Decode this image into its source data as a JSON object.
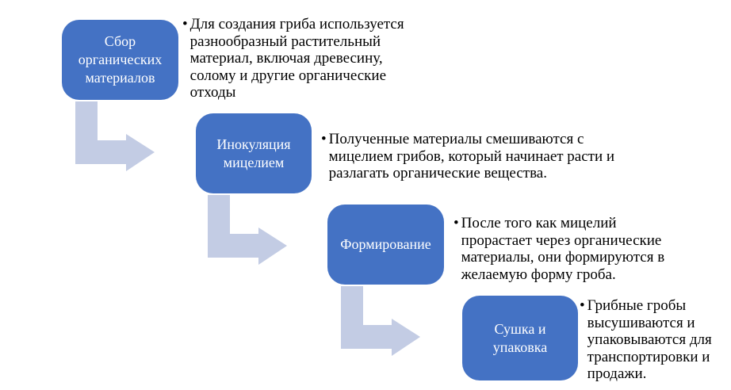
{
  "diagram": {
    "type": "staircase-process",
    "colors": {
      "box_fill": "#4472c4",
      "box_text": "#ffffff",
      "arrow_fill": "#c3cce4",
      "body_text": "#000000",
      "background": "#ffffff"
    },
    "steps": [
      {
        "label": "Сбор\nорганических\nматериалов",
        "bullet": "•",
        "description": "Для создания гриба используется\nразнообразный растительный\nматериал, включая древесину,\nсолому и другие органические\nотходы"
      },
      {
        "label": "Инокуляция\nмицелием",
        "bullet": "•",
        "description": "Полученные материалы смешиваются с\nмицелием грибов, который начинает расти и\nразлагать органические вещества."
      },
      {
        "label": "Формирование",
        "bullet": "•",
        "description": "После того как мицелий\nпрорастает через органические\nматериалы, они формируются в\nжелаемую форму гроба."
      },
      {
        "label": "Сушка и\nупаковка",
        "bullet": "•",
        "description": "Грибные гробы\nвысушиваются и\nупаковываются для\nтранспортировки и\nпродажи."
      }
    ]
  }
}
